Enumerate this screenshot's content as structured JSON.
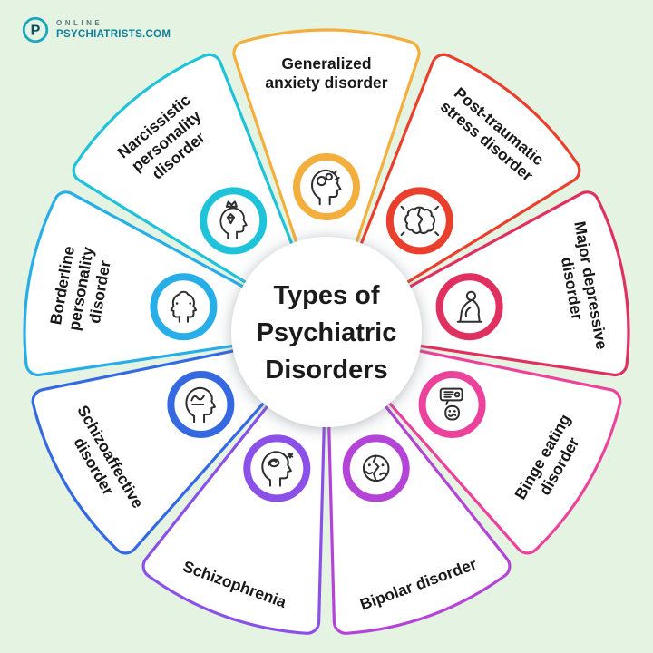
{
  "page": {
    "background": "#e5f3e3",
    "figure_title": "Types of Psychiatric Disorders"
  },
  "logo": {
    "brand_top": "ONLINE",
    "brand_bottom": "PSYCHIATRISTS.COM",
    "accent_color": "#0e7f99"
  },
  "center": {
    "lines": [
      "Types of",
      "Psychiatric",
      "Disorders"
    ],
    "fill": "#ffffff",
    "text_color": "#1b1b1b"
  },
  "wheel": {
    "segments": [
      {
        "id": "generalized-anxiety-disorder",
        "label_lines": [
          "Generalized",
          "anxiety disorder"
        ],
        "color": "#F3AF3D",
        "icon": "anxiety",
        "center_angle_deg": -90
      },
      {
        "id": "post-traumatic-stress-disorder",
        "label_lines": [
          "Post-traumatic",
          "stress disorder"
        ],
        "color": "#E8402C",
        "icon": "ptsd",
        "center_angle_deg": -50
      },
      {
        "id": "major-depressive-disorder",
        "label_lines": [
          "Major depressive",
          "disorder"
        ],
        "color": "#E03060",
        "icon": "depression",
        "center_angle_deg": -10
      },
      {
        "id": "binge-eating-disorder",
        "label_lines": [
          "Binge eating",
          "disorder"
        ],
        "color": "#EC429C",
        "icon": "binge-eating",
        "center_angle_deg": 30
      },
      {
        "id": "bipolar-disorder",
        "label_lines": [
          "Bipolar disorder"
        ],
        "color": "#B444D8",
        "icon": "bipolar",
        "center_angle_deg": 70
      },
      {
        "id": "schizophrenia",
        "label_lines": [
          "Schizophrenia"
        ],
        "color": "#8B50E8",
        "icon": "schizophrenia",
        "center_angle_deg": 110
      },
      {
        "id": "schizoaffective-disorder",
        "label_lines": [
          "Schizoaffective",
          "disorder"
        ],
        "color": "#3569E2",
        "icon": "schizoaffective",
        "center_angle_deg": 150
      },
      {
        "id": "borderline-personality-disorder",
        "label_lines": [
          "Borderline",
          "personality",
          "disorder"
        ],
        "color": "#27AEE8",
        "icon": "borderline",
        "center_angle_deg": 190
      },
      {
        "id": "narcissistic-personality-disorder",
        "label_lines": [
          "Narcissistic",
          "personality",
          "disorder"
        ],
        "color": "#1FC3D9",
        "icon": "narcissistic",
        "center_angle_deg": 230
      }
    ]
  }
}
